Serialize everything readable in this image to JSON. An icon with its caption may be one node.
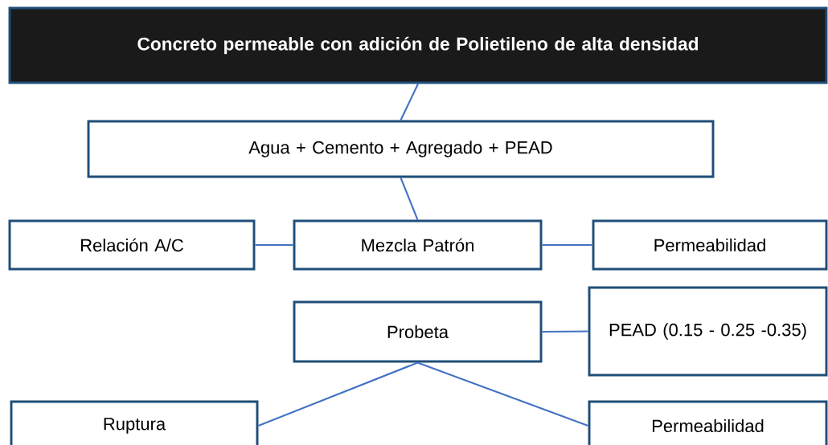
{
  "diagram": {
    "nodes": [
      {
        "text": [
          "Concreto permeable con adición de Polietileno de alta densidad"
        ]
      },
      {
        "text": [
          "Agua + Cemento + Agregado + PEAD"
        ]
      },
      {
        "text": [
          "Relación A/C"
        ]
      },
      {
        "text": [
          "Mezcla Patrón"
        ]
      },
      {
        "text": [
          "Permeabilidad"
        ]
      },
      {
        "text": [
          "Probeta"
        ]
      },
      {
        "text": [
          "PEAD (0.15 - 0.25 -0.35)"
        ]
      },
      {
        "text": [
          "Ruptura"
        ]
      },
      {
        "text": [
          "Permeabilidad"
        ]
      }
    ],
    "edges": [
      {
        "from": 0,
        "to": 1,
        "arrow": "none"
      },
      {
        "from": 1,
        "to": 3,
        "arrow": "none"
      },
      {
        "from": 2,
        "to": 3,
        "arrow": "none"
      },
      {
        "from": 3,
        "to": 4,
        "arrow": "none"
      },
      {
        "from": 5,
        "to": 6,
        "arrow": "none"
      },
      {
        "from": 5,
        "to": 7,
        "arrow": "none"
      },
      {
        "from": 5,
        "to": 8,
        "arrow": "none"
      }
    ]
  }
}
